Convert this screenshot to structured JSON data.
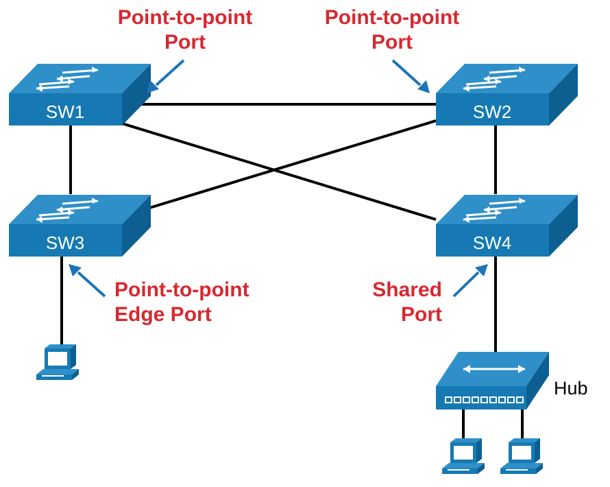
{
  "switches": {
    "sw1": {
      "name": "SW1"
    },
    "sw2": {
      "name": "SW2"
    },
    "sw3": {
      "name": "SW3"
    },
    "sw4": {
      "name": "SW4"
    }
  },
  "hub": {
    "name": "Hub"
  },
  "annotations": {
    "sw1_port": {
      "line1": "Point-to-point",
      "line2": "Port"
    },
    "sw2_port": {
      "line1": "Point-to-point",
      "line2": "Port"
    },
    "sw3_port": {
      "line1": "Point-to-point",
      "line2": "Edge Port"
    },
    "sw4_port": {
      "line1": "Shared",
      "line2": "Port"
    }
  },
  "colors": {
    "switch_front": "#1679b3",
    "switch_top": "#2f8fc8",
    "switch_side": "#0d5f92",
    "label_red": "#d7282f",
    "arrow_blue": "#1c74b6",
    "link_black": "#000000"
  },
  "icons": {
    "switch": "switch-icon",
    "hub": "hub-icon",
    "pc": "pc-icon"
  }
}
